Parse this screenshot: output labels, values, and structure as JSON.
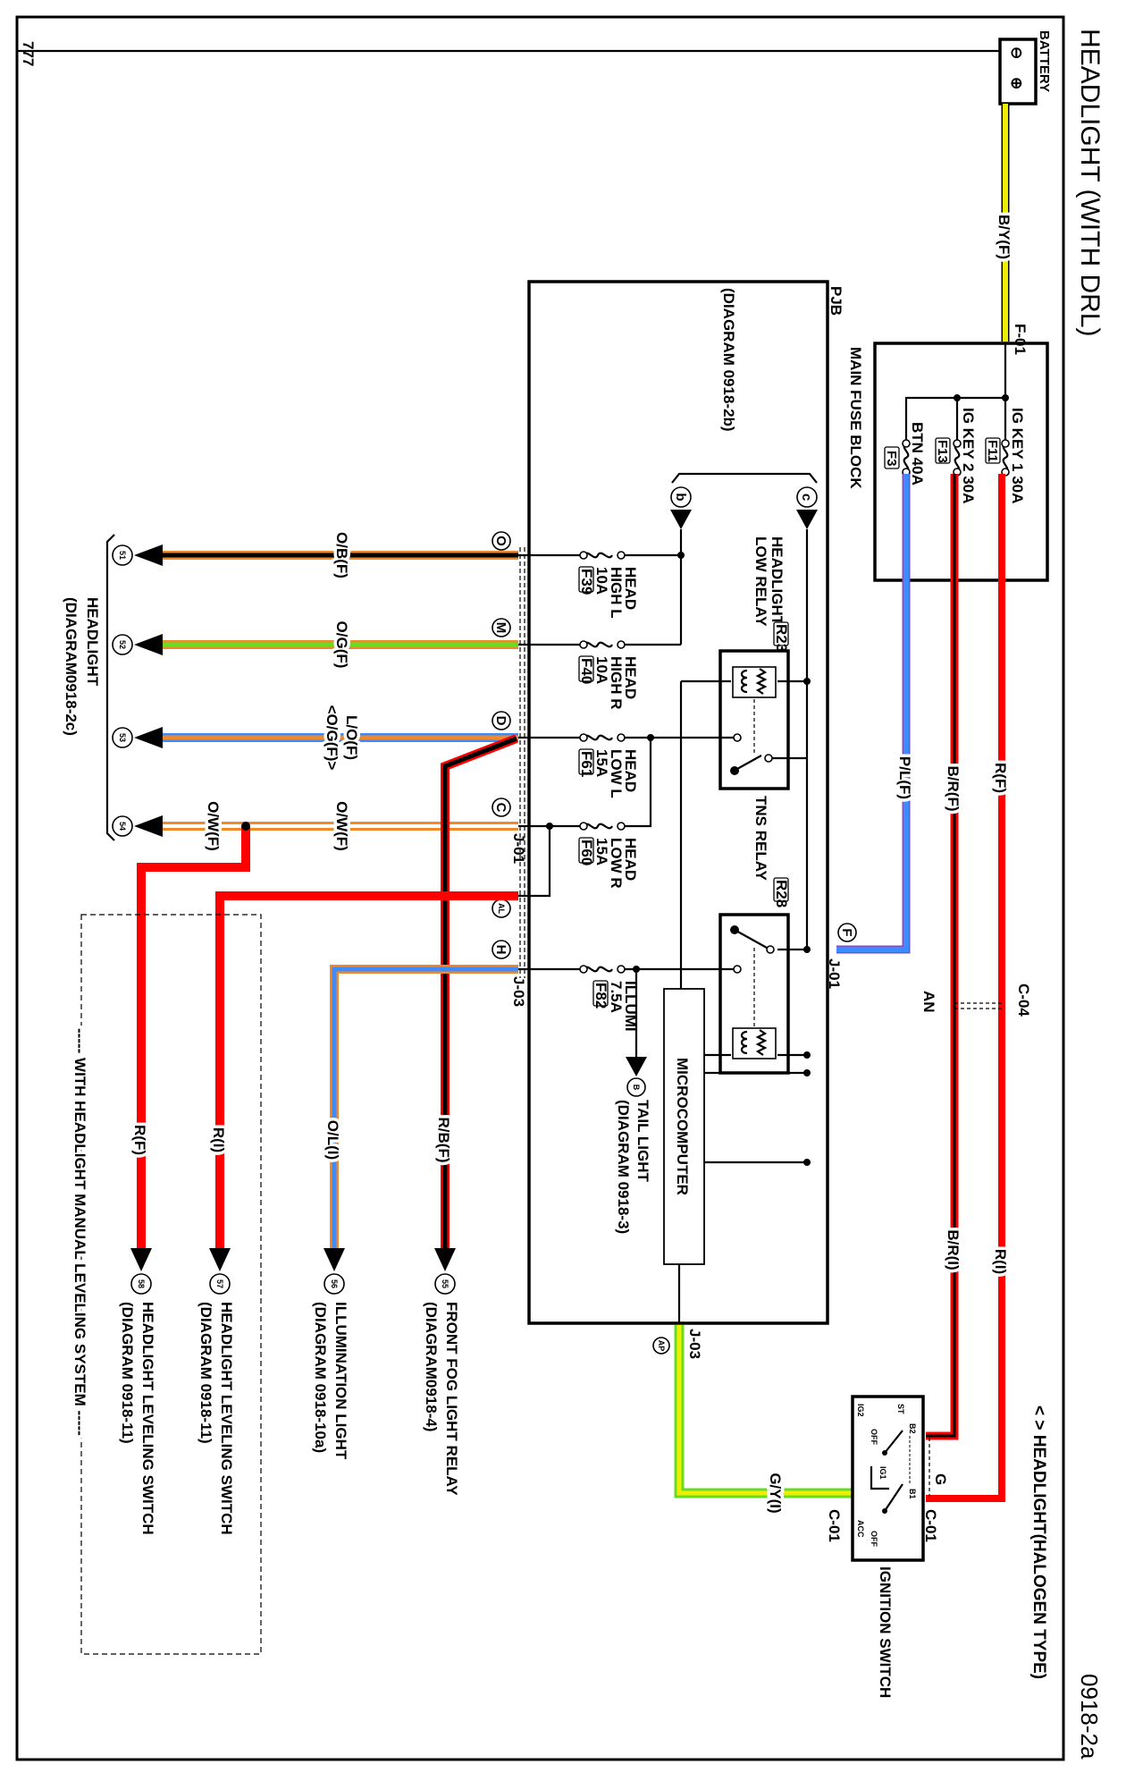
{
  "title": "HEADLIGHT (WITH DRL)",
  "page_id": "0918-2a",
  "note": "< > HEADLIGHT(HALOGEN TYPE)",
  "corner_mark": "777",
  "colors": {
    "red": "#ff0000",
    "yellow": "#eeee00",
    "blue": "#3d8bff",
    "orange": "#f0892a",
    "green": "#66dd22",
    "black": "#000000",
    "white": "#ffffff"
  },
  "battery": {
    "label": "BATTERY",
    "neg_icon": "minus-terminal",
    "pos_icon": "plus-terminal",
    "neg": "⊖",
    "pos": "⊕"
  },
  "main_fuse_block": {
    "label": "MAIN FUSE BLOCK",
    "connector": "F-01",
    "fuses": [
      {
        "name": "IG KEY 1 30A",
        "id": "F11"
      },
      {
        "name": "IG KEY 2 30A",
        "id": "F13"
      },
      {
        "name": "BTN 40A",
        "id": "F3"
      }
    ]
  },
  "wires": {
    "by_f": "B/Y(F)",
    "r_f": "R(F)",
    "r_i": "R(I)",
    "br_f": "B/R(F)",
    "br_i": "B/R(I)",
    "pl_f": "P/L(F)",
    "ob_f": "O/B(F)",
    "og_f": "O/G(F)",
    "lo_f": "L/O(F)",
    "lo_alt": "<O/G(F)>",
    "ow_f": "O/W(F)",
    "rb_f": "R/B(F)",
    "ol_i": "O/L(I)",
    "r_i_lev": "R(I)",
    "r_f_lev": "R(F)",
    "gy_i": "G/Y(I)"
  },
  "connectors": {
    "c04": "C-04",
    "an": "AN",
    "j01": "J-01",
    "j03": "J-03",
    "c01": "C-01",
    "g": "G"
  },
  "pjb": {
    "label": "PJB",
    "ref": "(DIAGRAM 0918-2b)",
    "ref_b": "b",
    "ref_c": "c",
    "terminals": {
      "o": "O",
      "m": "M",
      "d": "D",
      "c": "C",
      "al": "AL",
      "h": "H",
      "f": "F",
      "ap": "AP"
    },
    "fuses": [
      {
        "l1": "HEAD",
        "l2": "HIGH L",
        "l3": "10A",
        "id": "F39"
      },
      {
        "l1": "HEAD",
        "l2": "HIGH R",
        "l3": "10A",
        "id": "F40"
      },
      {
        "l1": "HEAD",
        "l2": "LOW L",
        "l3": "15A",
        "id": "F61"
      },
      {
        "l1": "HEAD",
        "l2": "LOW R",
        "l3": "15A",
        "id": "F60"
      },
      {
        "l1": "ILLUMI",
        "l2": "7.5A",
        "id": "F82"
      }
    ],
    "low_relay": {
      "l1": "HEADLIGHT",
      "l2": "LOW RELAY",
      "id": "R23"
    },
    "tns_relay": {
      "label": "TNS RELAY",
      "id": "R28"
    },
    "microcomputer": "MICROCOMPUTER"
  },
  "tail_light": {
    "ref": "B",
    "l1": "TAIL LIGHT",
    "l2": "(DIAGRAM 0918-3)"
  },
  "headlight": {
    "l1": "HEADLIGHT",
    "l2": "(DIAGRAM0918-2c)",
    "pins": [
      "51",
      "52",
      "53",
      "54"
    ]
  },
  "destinations": [
    {
      "pin": "55",
      "l1": "FRONT FOG LIGHT RELAY",
      "l2": "(DIAGRAM0918-4)"
    },
    {
      "pin": "56",
      "l1": "ILLUMINATION LIGHT",
      "l2": "(DIAGRAM 0918-10a)"
    },
    {
      "pin": "57",
      "l1": "HEADLIGHT LEVELING SWITCH",
      "l2": "(DIAGRAM 0918-11)"
    },
    {
      "pin": "58",
      "l1": "HEADLIGHT LEVELING SWITCH",
      "l2": "(DIAGRAM 0918-11)"
    }
  ],
  "leveling_group": "----- WITH HEADLIGHT MANUAL LEVELING SYSTEM -----",
  "ignition_switch": {
    "label": "IGNITION SWITCH",
    "terminals": [
      "ST",
      "IG2",
      "OFF",
      "B2",
      "IG1",
      "B1",
      "ACC",
      "OFF"
    ]
  }
}
